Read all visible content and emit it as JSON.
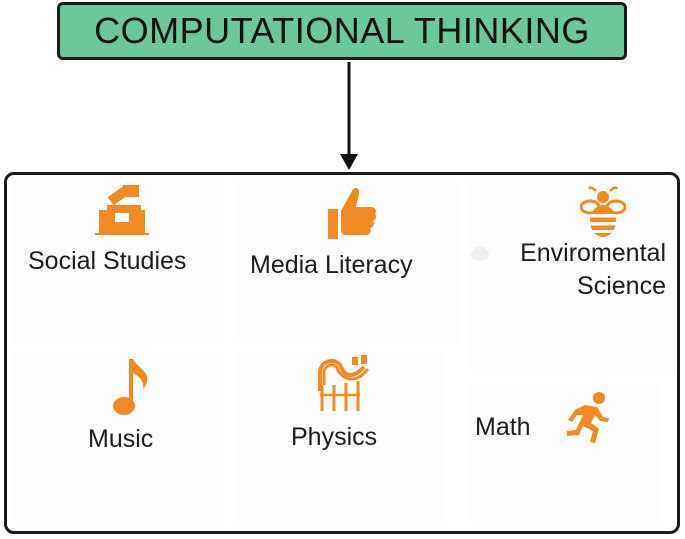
{
  "title": "COMPUTATIONAL THINKING",
  "colors": {
    "title_fill": "#6cc79a",
    "icon": "#f08a24",
    "border": "#1a1a1a"
  },
  "subjects": [
    {
      "label": "Social Studies",
      "icon": "ballot-box-icon"
    },
    {
      "label": "Media Literacy",
      "icon": "thumbs-up-icon"
    },
    {
      "label": "Enviromental Science",
      "label_lines": [
        "Enviromental",
        "Science"
      ],
      "icon": "bee-icon"
    },
    {
      "label": "Music",
      "icon": "music-note-icon"
    },
    {
      "label": "Physics",
      "icon": "roller-coaster-icon"
    },
    {
      "label": "Math",
      "icon": "running-person-icon"
    }
  ]
}
